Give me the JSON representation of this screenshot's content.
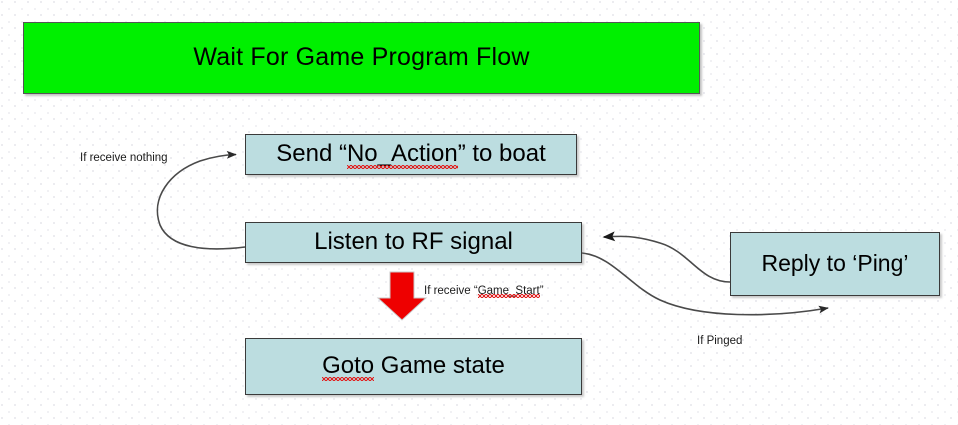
{
  "diagram": {
    "title": "Wait For Game Program Flow",
    "colors": {
      "title_fill": "#00f000",
      "node_fill": "#bcdde0",
      "node_border": "#3a3a3a",
      "arrow_stroke": "#404040",
      "red_arrow": "#ee0000",
      "spellcheck_underline": "#e02020",
      "background": "#ffffff"
    },
    "nodes": [
      {
        "id": "title",
        "label": "Wait For Game Program Flow",
        "shape": "banner"
      },
      {
        "id": "send",
        "label_prefix": "Send “",
        "label_misspelled": "No_Action",
        "label_suffix": "” to boat",
        "shape": "process"
      },
      {
        "id": "listen",
        "label": "Listen to RF signal",
        "shape": "process"
      },
      {
        "id": "goto",
        "label_misspelled": "Goto",
        "label_suffix": " Game state",
        "shape": "process"
      },
      {
        "id": "reply",
        "label": "Reply to ‘Ping’",
        "shape": "process"
      }
    ],
    "edges": [
      {
        "id": "loop-back",
        "from": "listen",
        "to": "send",
        "label": "If receive nothing",
        "style": "curved-arrow"
      },
      {
        "id": "to-game",
        "from": "listen",
        "to": "goto",
        "label_prefix": "If receive “",
        "label_misspelled": "Game_Start",
        "label_suffix": "”",
        "style": "red-block-arrow"
      },
      {
        "id": "reply-back",
        "from": "reply",
        "to": "listen",
        "label": "",
        "style": "curved-arrow"
      },
      {
        "id": "ping-request",
        "from": "listen",
        "to": "reply",
        "label": "If Pinged",
        "style": "curved-arrow"
      }
    ]
  }
}
